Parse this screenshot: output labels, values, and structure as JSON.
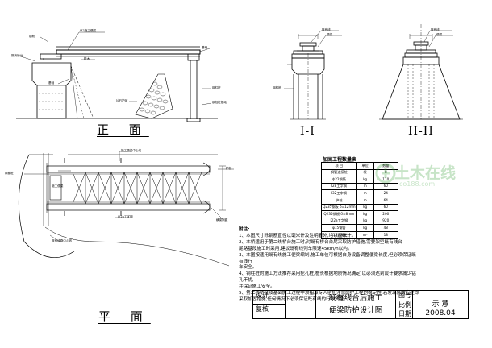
{
  "views": {
    "front": "正 面",
    "plan": "平 面",
    "section1": "I-I",
    "section2": "II-II"
  },
  "table": {
    "title": "加固工程数量表",
    "headers": [
      "项 目",
      "单位",
      "数量"
    ],
    "rows": [
      [
        "钢管连接桩",
        "根",
        "8"
      ],
      [
        "ф22钢筋",
        "kg",
        "110"
      ],
      [
        "I28工字钢",
        "m",
        "60"
      ],
      [
        "I32工字钢",
        "m",
        "24"
      ],
      [
        "护桩",
        "m",
        "64"
      ],
      [
        "Q235钢板 δ=12mm",
        "kg",
        "60"
      ],
      [
        "Q235钢板 δ=8mm",
        "kg",
        "200"
      ],
      [
        "I22a工字钢",
        "kg",
        "920"
      ],
      [
        "φ15钢管",
        "kg",
        "48"
      ],
      [
        "C15混凝土",
        "m³",
        "18"
      ]
    ]
  },
  "notes": {
    "title": "附注:",
    "items": [
      "1、本图尺寸除钢筋直径以毫米计及注明者外,均以厘米计。",
      "2、本桥适用于第二线桥台施工时,对既有桥台台尾采取防护措施,需要架空既有线台",
      "尾路基段施工时采用,建议既有线列车限速45km/h以内。",
      "3、本图按适用既有线施工便梁编制,施工单位可根据自身设备调整便梁长度,但必须保证既有线行",
      "车安全。",
      "4、钢柱桩的施工方法推荐采用挖孔桩,桩长根据地质情况确定,以必须达到设计要求减少钻孔干扰,",
      "并保证施工安全。",
      "5、第二线桥台及基础施工过程中须指派专人密切注意防护工程的稳定性,若发现异常应立即",
      "采取加固措施,任何情况下必须保证既有线的行车安全。"
    ]
  },
  "titleblock": {
    "design_label": "设计",
    "review_label": "复核",
    "drawing_name_1": "既有线台后施工",
    "drawing_name_2": "便梁防护设计图",
    "drawing_no_label": "图号",
    "scale_label": "比例",
    "date_label": "日期",
    "scale_value": "示  意",
    "date_value": "2008.04"
  },
  "annotations": {
    "front_beam": "I32施工便梁",
    "front_rail": "钢轨",
    "front_support": "枕木",
    "front_abut": "既有桥台",
    "front_rip": "片石护坡",
    "front_pile": "钢柱桩",
    "front_pile2": "钢柱桩基础",
    "front_cap": "基础",
    "sec_rail": "既有线",
    "sec_beam": "便梁",
    "sec_pile": "钢柱桩",
    "plan_beam": "施工便梁",
    "plan_line": "既有线中心线",
    "plan_pier": "护桩",
    "plan_top": "施工便梁中心线",
    "plan_bottom": "既有线路中心线",
    "plan_left": "钢管桩",
    "plan_center": "I22a工字钢",
    "plan_bay": "横梁间距"
  },
  "watermark": {
    "text": "土木在线",
    "sub": "co188.com"
  }
}
